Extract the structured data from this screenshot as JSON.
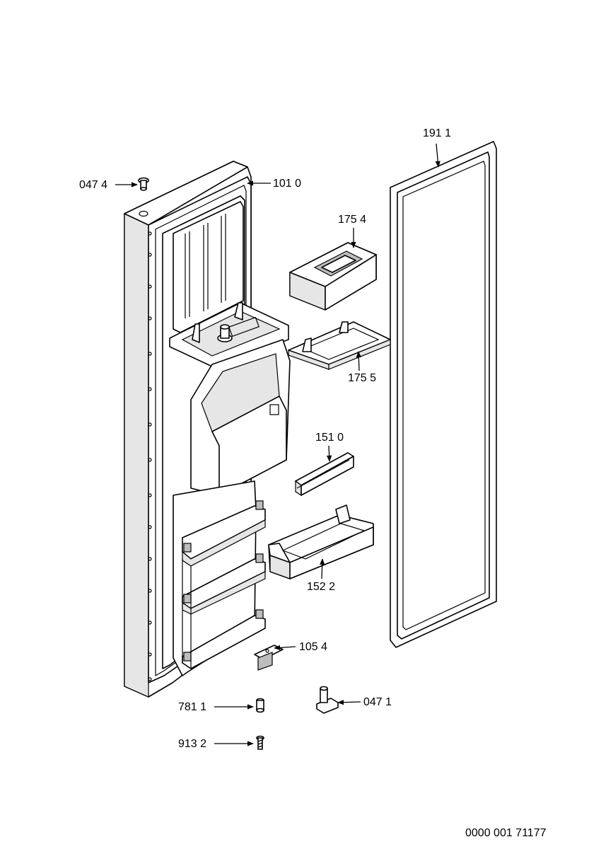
{
  "parts": [
    {
      "id": "door_bolt_top",
      "label": "047 4"
    },
    {
      "id": "door_assembly",
      "label": "101 0"
    },
    {
      "id": "door_gasket",
      "label": "191 1"
    },
    {
      "id": "dispenser_cover",
      "label": "175 4"
    },
    {
      "id": "dispenser_tray",
      "label": "175 5"
    },
    {
      "id": "shelf_rail",
      "label": "151 0"
    },
    {
      "id": "door_shelf",
      "label": "152 2"
    },
    {
      "id": "hinge_bracket",
      "label": "105 4"
    },
    {
      "id": "bushing",
      "label": "781 1"
    },
    {
      "id": "hinge_pin_bottom",
      "label": "047 1"
    },
    {
      "id": "screw",
      "label": "913 2"
    }
  ],
  "drawing_number": "0000 001 71177"
}
